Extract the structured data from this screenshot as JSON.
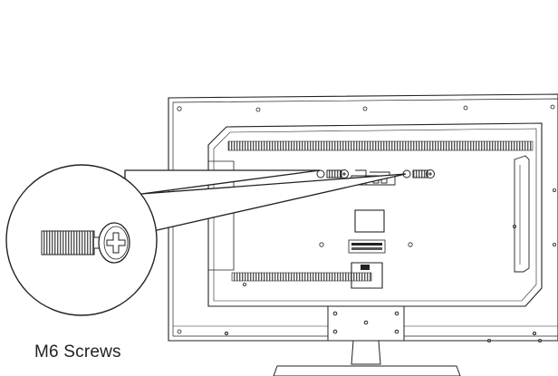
{
  "figure": {
    "subject": "tv-rear-panel-with-stand",
    "detail": "m6-screw-magnified",
    "caption": "M6 Screws",
    "screw_count": 2
  },
  "colors": {
    "line": "#222222",
    "grille": "#555555",
    "background": "#ffffff"
  }
}
